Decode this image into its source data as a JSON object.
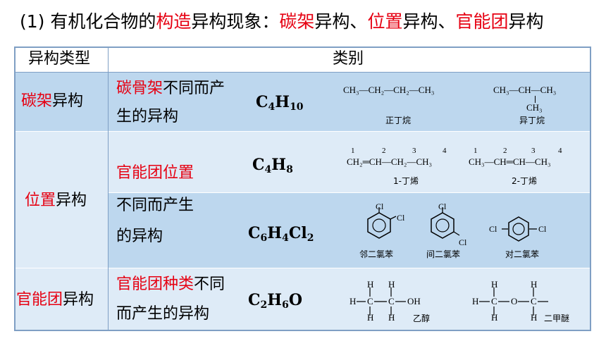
{
  "heading": {
    "prefix": "(1) 有机化合物的",
    "highlight1": "构造",
    "mid1": "异构现象：",
    "highlight2": "碳架",
    "mid2": "异构、",
    "highlight3": "位置",
    "mid3": "异构、",
    "highlight4": "官能团",
    "suffix": "异构"
  },
  "table": {
    "header": {
      "col1": "异构类型",
      "col2": "类别"
    },
    "rows": [
      {
        "type_hl": "碳架",
        "type_rest": "异构",
        "desc_hl": "碳骨架",
        "desc_line1": "不同而产",
        "desc_line2": "生的异构",
        "formula": {
          "base": "C",
          "n1": "4",
          "el2": "H",
          "n2": "10"
        },
        "struct1": "CH₃—CH₂—CH₂—CH₃",
        "struct1_name": "正丁烷",
        "struct2_main": "CH₃—CH—CH₃",
        "struct2_branch": "CH₃",
        "struct2_name": "异丁烷"
      },
      {
        "type_hl": "位置",
        "type_rest": "异构",
        "desc_a": "官能团位置",
        "desc_b1": "不同而产生",
        "desc_b2": "的异构",
        "formula_a": {
          "base": "C",
          "n1": "4",
          "el2": "H",
          "n2": "8"
        },
        "nums": [
          "1",
          "2",
          "3",
          "4"
        ],
        "struct_a1": "CH₂═CH—CH₂—CH₃",
        "struct_a1_name": "1-丁烯",
        "struct_a2": "CH₃—CH═CH—CH₃",
        "struct_a2_name": "2-丁烯",
        "formula_b": {
          "base": "C",
          "n1": "6",
          "el2": "H",
          "n2": "4",
          "el3": "Cl",
          "n3": "2"
        },
        "cl": "Cl",
        "ortho_name": "邻二氯苯",
        "meta_name": "间二氯苯",
        "para_name": "对二氯苯"
      },
      {
        "type_hl": "官能团",
        "type_rest": "异构",
        "desc_hl": "官能团种类",
        "desc_line1": "不同",
        "desc_line2": "而产生的异构",
        "formula": {
          "base": "C",
          "n1": "2",
          "el2": "H",
          "n2": "6",
          "el3": "O"
        },
        "h": "H",
        "c": "C",
        "o": "O",
        "oh": "OH",
        "ethanol_name": "乙醇",
        "ether_name": "二甲醚"
      }
    ]
  },
  "colors": {
    "highlight": "#e60012",
    "row_blue": "#bdd7ee",
    "row_light": "#deebf7",
    "border": "#7f9fc4"
  }
}
